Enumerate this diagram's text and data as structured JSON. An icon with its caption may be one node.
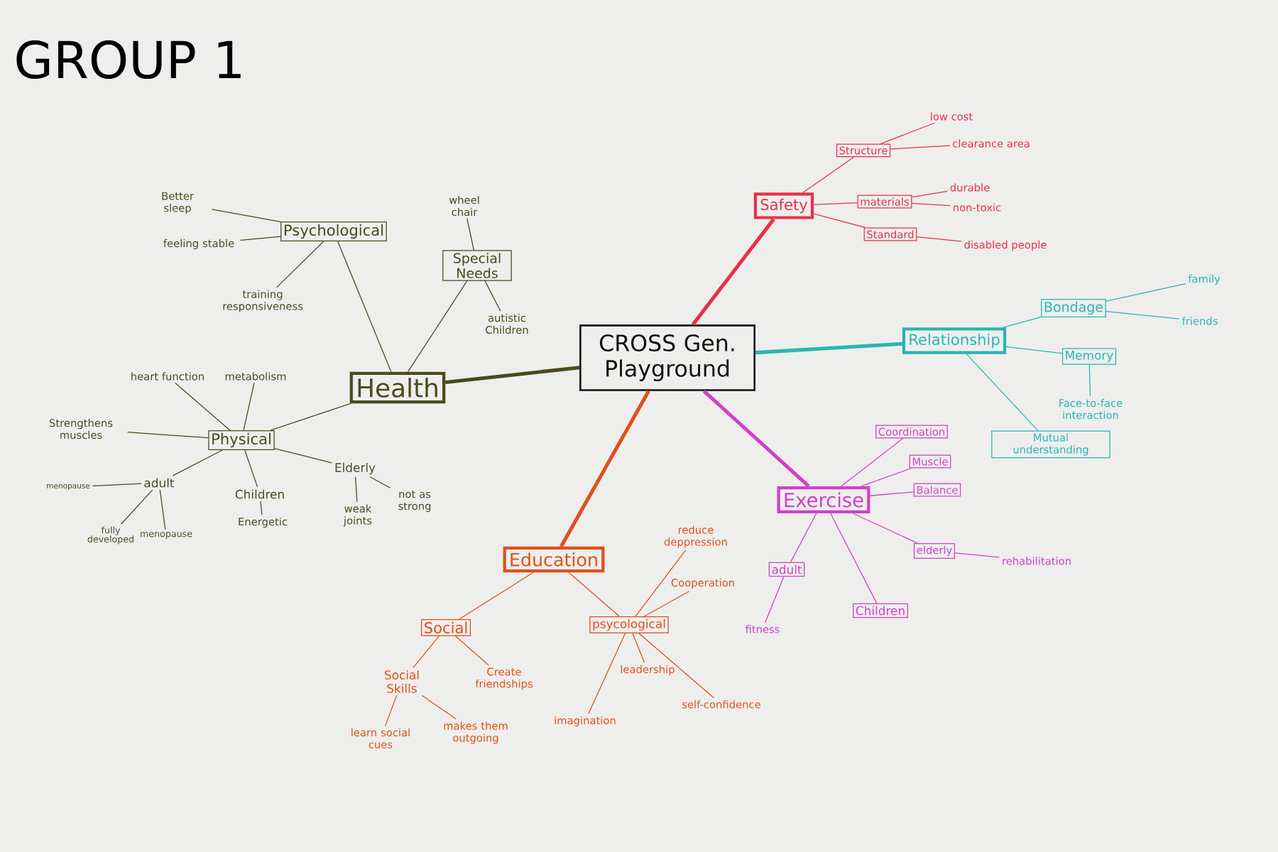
{
  "diagram": {
    "title": "GROUP 1",
    "nodes": [
      {
        "text": [
          "CROSS Gen. Playground"
        ]
      },
      {
        "text": [
          "Health"
        ]
      },
      {
        "text": [
          "Psychological"
        ]
      },
      {
        "text": [
          "Better sleep"
        ]
      },
      {
        "text": [
          "feeling stable"
        ]
      },
      {
        "text": [
          "training responsiveness"
        ]
      },
      {
        "text": [
          "Special Needs"
        ]
      },
      {
        "text": [
          "wheel chair"
        ]
      },
      {
        "text": [
          "autistic Children"
        ]
      },
      {
        "text": [
          "Physical"
        ]
      },
      {
        "text": [
          "heart function"
        ]
      },
      {
        "text": [
          "metabolism"
        ]
      },
      {
        "text": [
          "Strengthens muscles"
        ]
      },
      {
        "text": [
          "adult"
        ]
      },
      {
        "text": [
          "menopause"
        ]
      },
      {
        "text": [
          "fully developed"
        ]
      },
      {
        "text": [
          "menopause"
        ]
      },
      {
        "text": [
          "Children"
        ]
      },
      {
        "text": [
          "Energetic"
        ]
      },
      {
        "text": [
          "Elderly"
        ]
      },
      {
        "text": [
          "weak joints"
        ]
      },
      {
        "text": [
          "not as strong"
        ]
      },
      {
        "text": [
          "Safety"
        ]
      },
      {
        "text": [
          "Structure"
        ]
      },
      {
        "text": [
          "low cost"
        ]
      },
      {
        "text": [
          "clearance area"
        ]
      },
      {
        "text": [
          "materials"
        ]
      },
      {
        "text": [
          "durable"
        ]
      },
      {
        "text": [
          "non-toxic"
        ]
      },
      {
        "text": [
          "Standard"
        ]
      },
      {
        "text": [
          "disabled people"
        ]
      },
      {
        "text": [
          "Relationship"
        ]
      },
      {
        "text": [
          "Bondage"
        ]
      },
      {
        "text": [
          "family"
        ]
      },
      {
        "text": [
          "friends"
        ]
      },
      {
        "text": [
          "Memory"
        ]
      },
      {
        "text": [
          "Face-to-face interaction"
        ]
      },
      {
        "text": [
          "Mutual understanding"
        ]
      },
      {
        "text": [
          "Exercise"
        ]
      },
      {
        "text": [
          "Coordination"
        ]
      },
      {
        "text": [
          "Muscle"
        ]
      },
      {
        "text": [
          "Balance"
        ]
      },
      {
        "text": [
          "elderly"
        ]
      },
      {
        "text": [
          "rehabilitation"
        ]
      },
      {
        "text": [
          "adult"
        ]
      },
      {
        "text": [
          "fitness"
        ]
      },
      {
        "text": [
          "Children"
        ]
      },
      {
        "text": [
          "Education"
        ]
      },
      {
        "text": [
          "Social"
        ]
      },
      {
        "text": [
          "Social Skills"
        ]
      },
      {
        "text": [
          "Create friendships"
        ]
      },
      {
        "text": [
          "learn social cues"
        ]
      },
      {
        "text": [
          "makes them outgoing"
        ]
      },
      {
        "text": [
          "psycological"
        ]
      },
      {
        "text": [
          "reduce deppression"
        ]
      },
      {
        "text": [
          "Cooperation"
        ]
      },
      {
        "text": [
          "leadership"
        ]
      },
      {
        "text": [
          "imagination"
        ]
      },
      {
        "text": [
          "self-confidence"
        ]
      }
    ],
    "edges": [
      {
        "from": 0,
        "to": 1,
        "arrow": "none",
        "style": "thick"
      },
      {
        "from": 1,
        "to": 2,
        "arrow": "none"
      },
      {
        "from": 2,
        "to": 3,
        "arrow": "none"
      },
      {
        "from": 2,
        "to": 4,
        "arrow": "none"
      },
      {
        "from": 2,
        "to": 5,
        "arrow": "none"
      },
      {
        "from": 1,
        "to": 6,
        "arrow": "none"
      },
      {
        "from": 6,
        "to": 7,
        "arrow": "none"
      },
      {
        "from": 6,
        "to": 8,
        "arrow": "none"
      },
      {
        "from": 1,
        "to": 9,
        "arrow": "none"
      },
      {
        "from": 9,
        "to": 10,
        "arrow": "none"
      },
      {
        "from": 9,
        "to": 11,
        "arrow": "none"
      },
      {
        "from": 9,
        "to": 12,
        "arrow": "none"
      },
      {
        "from": 9,
        "to": 13,
        "arrow": "none"
      },
      {
        "from": 13,
        "to": 14,
        "arrow": "none"
      },
      {
        "from": 13,
        "to": 15,
        "arrow": "none"
      },
      {
        "from": 13,
        "to": 16,
        "arrow": "none"
      },
      {
        "from": 9,
        "to": 17,
        "arrow": "none"
      },
      {
        "from": 17,
        "to": 18,
        "arrow": "none"
      },
      {
        "from": 9,
        "to": 19,
        "arrow": "none"
      },
      {
        "from": 19,
        "to": 20,
        "arrow": "none"
      },
      {
        "from": 19,
        "to": 21,
        "arrow": "none"
      },
      {
        "from": 0,
        "to": 22,
        "arrow": "none",
        "style": "thick",
        "color": "#e8304a"
      },
      {
        "from": 22,
        "to": 23,
        "arrow": "none",
        "color": "#e8304a"
      },
      {
        "from": 23,
        "to": 24,
        "arrow": "none",
        "color": "#e8304a"
      },
      {
        "from": 23,
        "to": 25,
        "arrow": "none",
        "color": "#e8304a"
      },
      {
        "from": 22,
        "to": 26,
        "arrow": "none",
        "color": "#e8304a"
      },
      {
        "from": 26,
        "to": 27,
        "arrow": "none",
        "color": "#e8304a"
      },
      {
        "from": 26,
        "to": 28,
        "arrow": "none",
        "color": "#e8304a"
      },
      {
        "from": 22,
        "to": 29,
        "arrow": "none",
        "color": "#e8304a"
      },
      {
        "from": 29,
        "to": 30,
        "arrow": "none",
        "color": "#e8304a"
      },
      {
        "from": 0,
        "to": 31,
        "arrow": "none",
        "style": "thick",
        "color": "#2ab5b5"
      },
      {
        "from": 31,
        "to": 32,
        "arrow": "none",
        "color": "#2ab5b5"
      },
      {
        "from": 32,
        "to": 33,
        "arrow": "none",
        "color": "#2ab5b5"
      },
      {
        "from": 32,
        "to": 34,
        "arrow": "none",
        "color": "#2ab5b5"
      },
      {
        "from": 31,
        "to": 35,
        "arrow": "none",
        "color": "#2ab5b5"
      },
      {
        "from": 35,
        "to": 36,
        "arrow": "none",
        "color": "#2ab5b5"
      },
      {
        "from": 31,
        "to": 37,
        "arrow": "none",
        "color": "#2ab5b5"
      },
      {
        "from": 0,
        "to": 38,
        "arrow": "none",
        "style": "thick",
        "color": "#d040c8"
      },
      {
        "from": 38,
        "to": 39,
        "arrow": "none",
        "color": "#d040c8"
      },
      {
        "from": 38,
        "to": 40,
        "arrow": "none",
        "color": "#d040c8"
      },
      {
        "from": 38,
        "to": 41,
        "arrow": "none",
        "color": "#d040c8"
      },
      {
        "from": 38,
        "to": 42,
        "arrow": "none",
        "color": "#d040c8"
      },
      {
        "from": 42,
        "to": 43,
        "arrow": "none",
        "color": "#d040c8"
      },
      {
        "from": 38,
        "to": 44,
        "arrow": "none",
        "color": "#d040c8"
      },
      {
        "from": 44,
        "to": 45,
        "arrow": "none",
        "color": "#d040c8"
      },
      {
        "from": 38,
        "to": 46,
        "arrow": "none",
        "color": "#d040c8"
      },
      {
        "from": 0,
        "to": 47,
        "arrow": "none",
        "style": "thick",
        "color": "#e0501a"
      },
      {
        "from": 47,
        "to": 48,
        "arrow": "none",
        "color": "#e0501a"
      },
      {
        "from": 48,
        "to": 49,
        "arrow": "none",
        "color": "#e0501a"
      },
      {
        "from": 48,
        "to": 50,
        "arrow": "none",
        "color": "#e0501a"
      },
      {
        "from": 49,
        "to": 51,
        "arrow": "none",
        "color": "#e0501a"
      },
      {
        "from": 49,
        "to": 52,
        "arrow": "none",
        "color": "#e0501a"
      },
      {
        "from": 47,
        "to": 53,
        "arrow": "none",
        "color": "#e0501a"
      },
      {
        "from": 53,
        "to": 54,
        "arrow": "none",
        "color": "#e0501a"
      },
      {
        "from": 53,
        "to": 55,
        "arrow": "none",
        "color": "#e0501a"
      },
      {
        "from": 53,
        "to": 56,
        "arrow": "none",
        "color": "#e0501a"
      },
      {
        "from": 53,
        "to": 57,
        "arrow": "none",
        "color": "#e0501a"
      },
      {
        "from": 53,
        "to": 58,
        "arrow": "none",
        "color": "#e0501a"
      }
    ]
  }
}
